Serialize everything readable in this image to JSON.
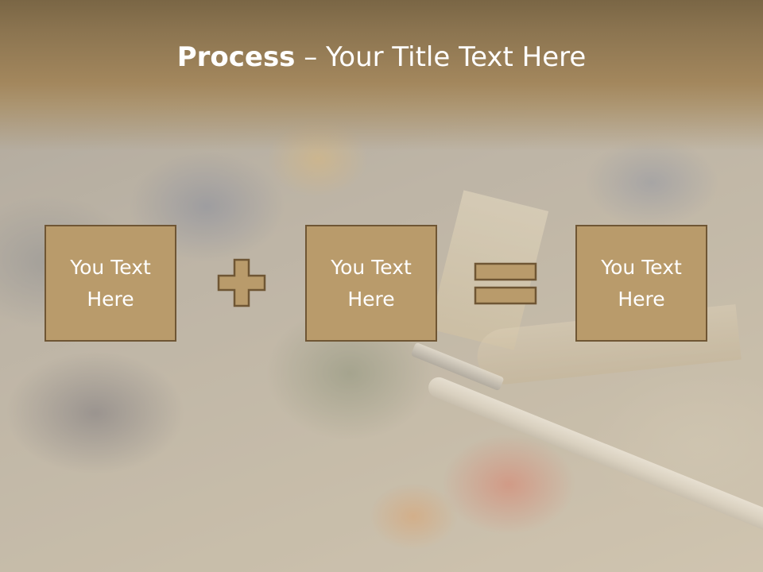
{
  "slide": {
    "title_bold": "Process",
    "title_rest": " – Your Title Text Here"
  },
  "process": {
    "box1": {
      "line1": "You Text",
      "line2": "Here"
    },
    "box2": {
      "line1": "You Text",
      "line2": "Here"
    },
    "box3": {
      "line1": "You Text",
      "line2": "Here"
    },
    "operator1_icon": "plus-icon",
    "operator2_icon": "equals-icon"
  },
  "colors": {
    "box_fill": "#b99b6b",
    "box_border": "#6f5634",
    "title_band": "#8b7450",
    "text": "#ffffff"
  }
}
